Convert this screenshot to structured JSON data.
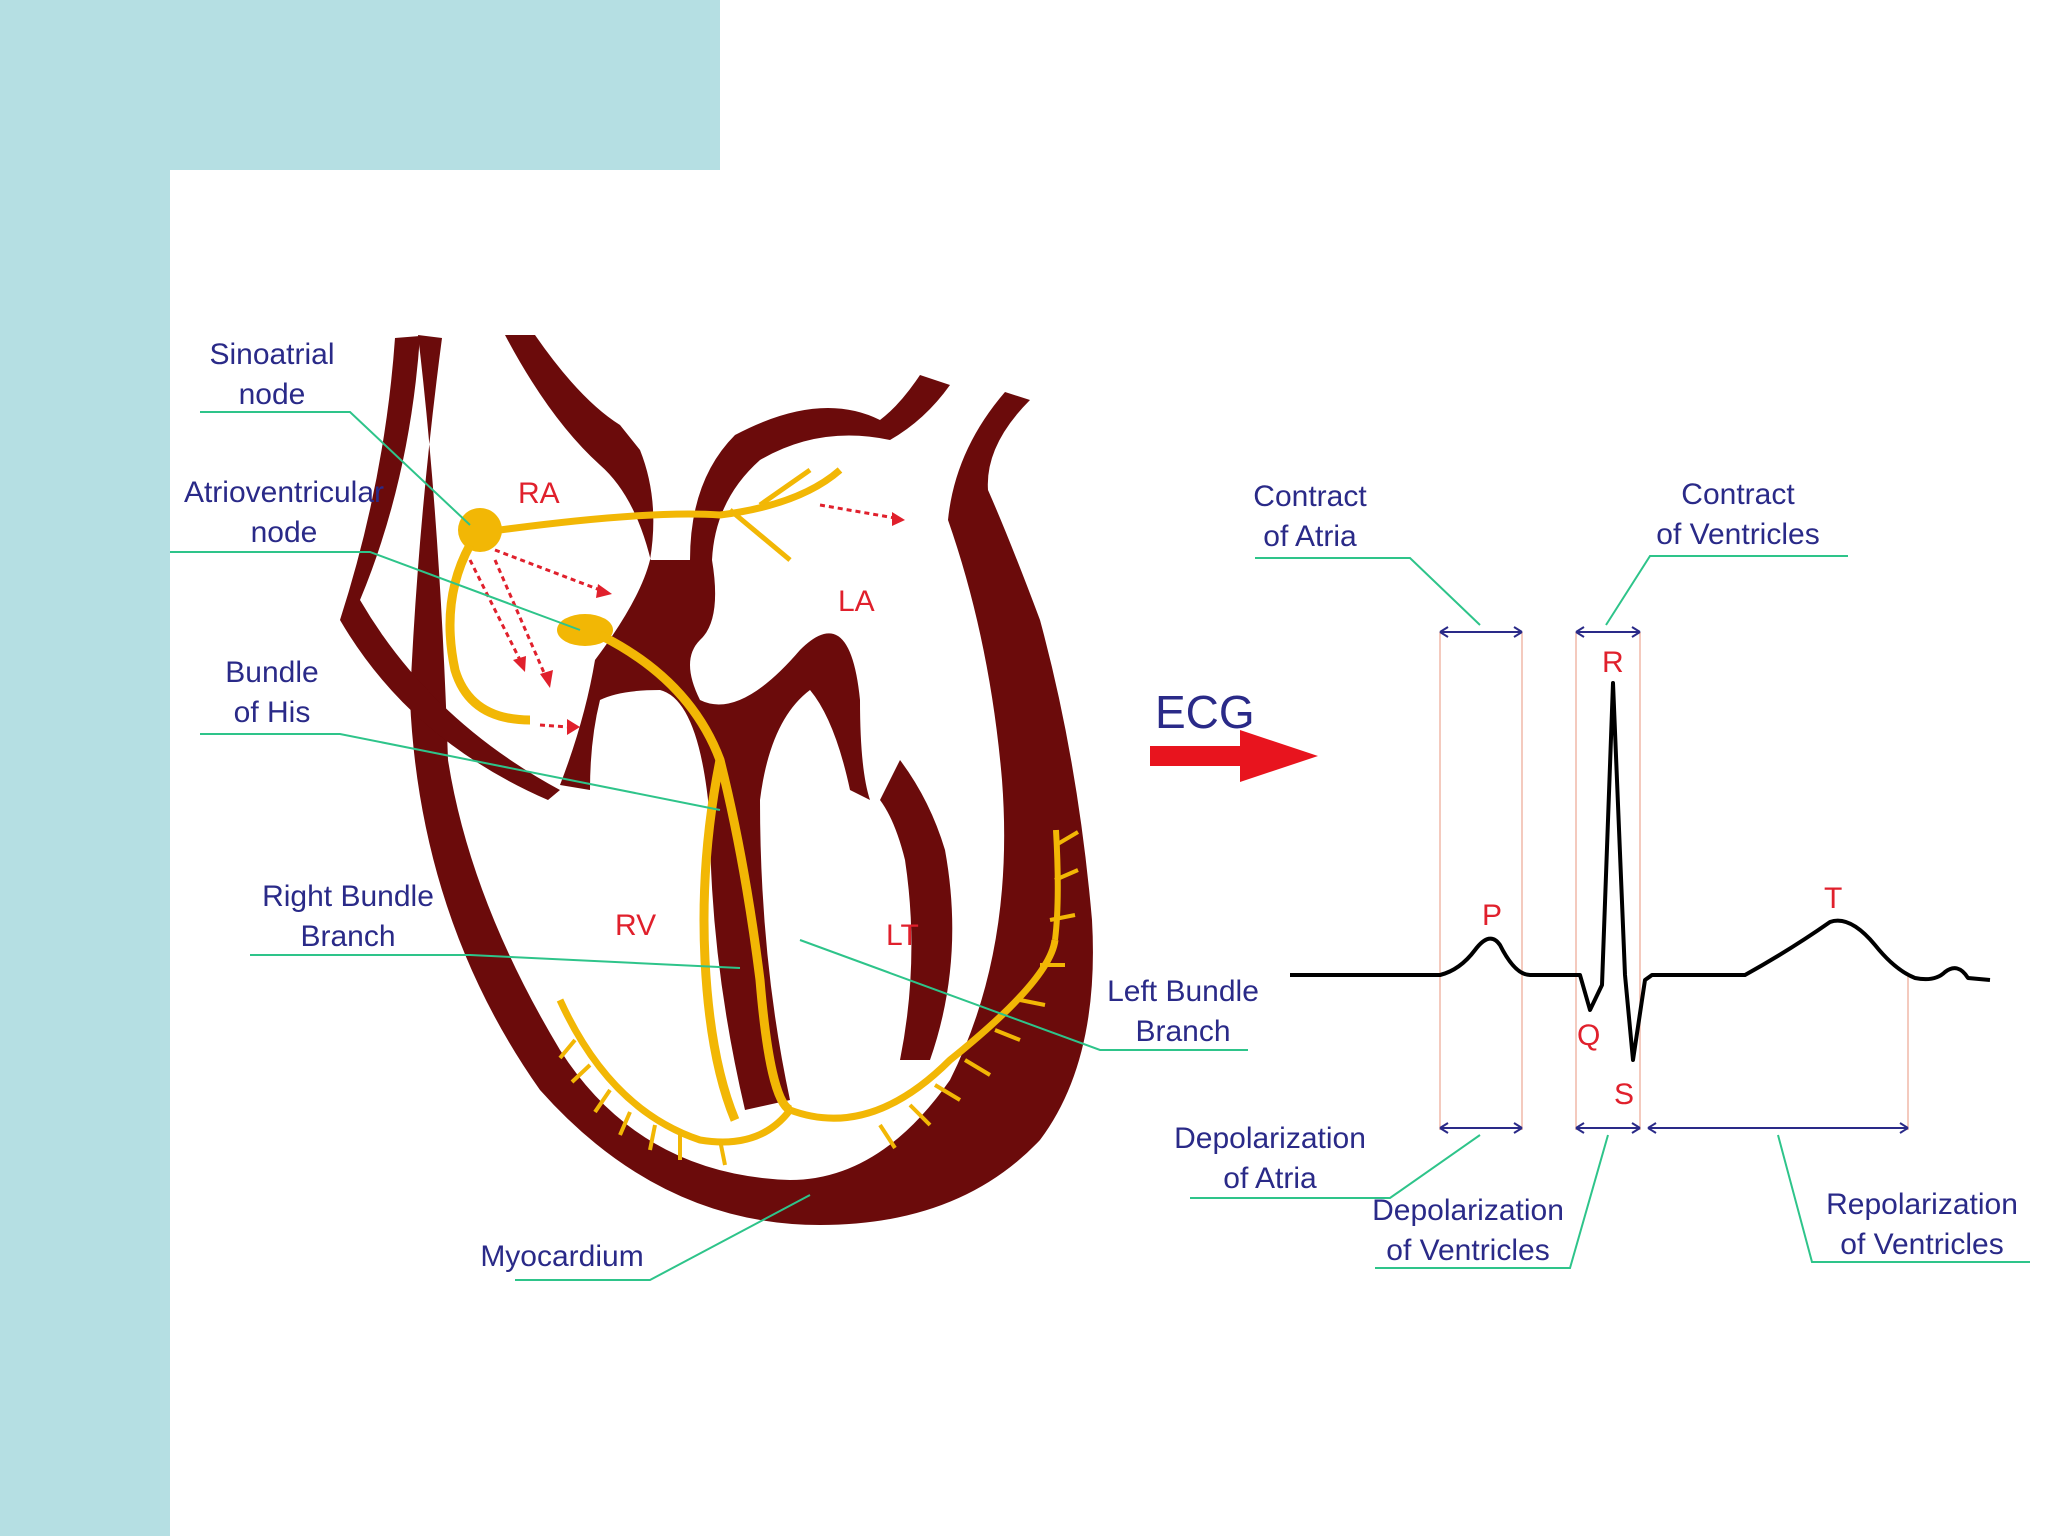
{
  "labels": {
    "sinoatrial_1": "Sinoatrial",
    "sinoatrial_2": "node",
    "av_1": "Atrioventricular",
    "av_2": "node",
    "his_1": "Bundle",
    "his_2": "of His",
    "rbb_1": "Right Bundle",
    "rbb_2": "Branch",
    "lbb_1": "Left Bundle",
    "lbb_2": "Branch",
    "myocardium": "Myocardium",
    "ra": "RA",
    "la": "LA",
    "rv": "RV",
    "lt": "LT"
  },
  "ecg": {
    "title": "ECG",
    "p": "P",
    "q": "Q",
    "r": "R",
    "s": "S",
    "t": "T",
    "contract_atria_1": "Contract",
    "contract_atria_2": "of Atria",
    "contract_vent_1": "Contract",
    "contract_vent_2": "of Ventricles",
    "depol_atria_1": "Depolarization",
    "depol_atria_2": "of Atria",
    "depol_vent_1": "Depolarization",
    "depol_vent_2": "of Ventricles",
    "repol_vent_1": "Repolarization",
    "repol_vent_2": "of Ventricles"
  },
  "colors": {
    "muscle": "#6b0b0b",
    "conduction": "#f2b705",
    "label_blue": "#2a2a88",
    "label_red": "#e0202c",
    "leader": "#2ec48a",
    "background_teal": "#b5dfe3"
  }
}
